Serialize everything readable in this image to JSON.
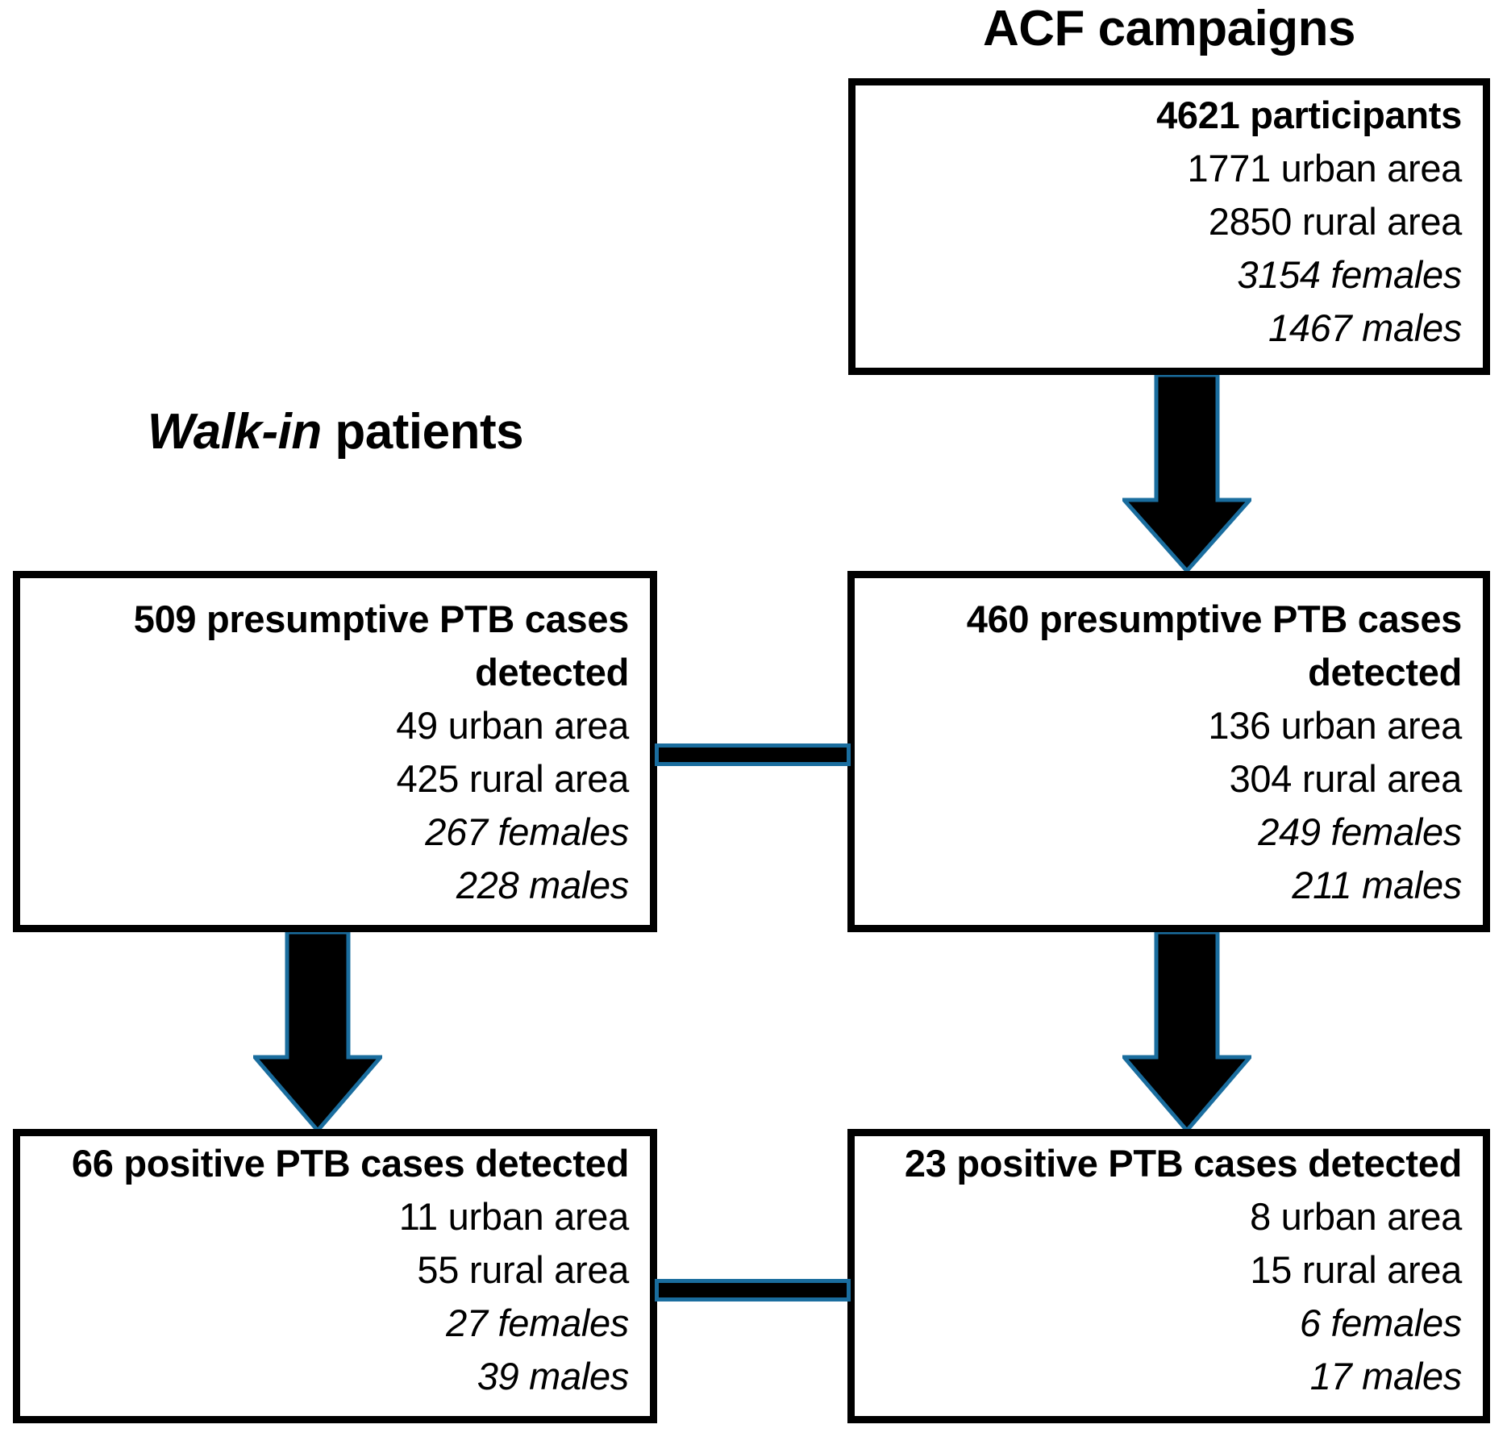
{
  "titles": {
    "acf": "ACF campaigns",
    "walkin_em": "Walk-in",
    "walkin_rest": " patients"
  },
  "colors": {
    "box_border": "#000000",
    "arrow_fill": "#000000",
    "arrow_outline": "#1a6d9e",
    "text": "#000000",
    "background": "#ffffff"
  },
  "boxes": {
    "acf_participants": {
      "header": "4621 participants",
      "urban": "1771 urban area",
      "rural": "2850 rural area",
      "females": "3154 females",
      "males": "1467 males"
    },
    "walkin_presumptive": {
      "header": "509 presumptive PTB cases detected",
      "urban": "49 urban area",
      "rural": "425 rural area",
      "females": "267 females",
      "males": "228 males"
    },
    "acf_presumptive": {
      "header": "460 presumptive PTB cases detected",
      "urban": "136 urban area",
      "rural": "304 rural area",
      "females": "249 females",
      "males": "211 males"
    },
    "walkin_positive": {
      "header": "66 positive PTB cases detected",
      "urban": "11 urban area",
      "rural": "55 rural area",
      "females": "27 females",
      "males": "39 males"
    },
    "acf_positive": {
      "header": "23 positive PTB cases detected",
      "urban": "8 urban area",
      "rural": "15 rural area",
      "females": "6 females",
      "males": "17 males"
    }
  },
  "chart_data": {
    "type": "diagram",
    "diagram_type": "flowchart",
    "title": "PTB case detection flow: ACF campaigns vs Walk-in patients",
    "nodes": [
      {
        "id": "acf_participants",
        "group": "ACF campaigns",
        "label": "4621 participants",
        "total": 4621,
        "urban": 1771,
        "rural": 2850,
        "females": 3154,
        "males": 1467
      },
      {
        "id": "walkin_presumptive",
        "group": "Walk-in patients",
        "label": "509 presumptive PTB cases detected",
        "total": 509,
        "urban": 49,
        "rural": 425,
        "females": 267,
        "males": 228
      },
      {
        "id": "acf_presumptive",
        "group": "ACF campaigns",
        "label": "460 presumptive PTB cases detected",
        "total": 460,
        "urban": 136,
        "rural": 304,
        "females": 249,
        "males": 211
      },
      {
        "id": "walkin_positive",
        "group": "Walk-in patients",
        "label": "66 positive PTB cases detected",
        "total": 66,
        "urban": 11,
        "rural": 55,
        "females": 27,
        "males": 39
      },
      {
        "id": "acf_positive",
        "group": "ACF campaigns",
        "label": "23 positive PTB cases detected",
        "total": 23,
        "urban": 8,
        "rural": 15,
        "females": 6,
        "males": 17
      }
    ],
    "edges": [
      {
        "from": "acf_participants",
        "to": "acf_presumptive",
        "kind": "arrow-down"
      },
      {
        "from": "walkin_presumptive",
        "to": "walkin_positive",
        "kind": "arrow-down"
      },
      {
        "from": "acf_presumptive",
        "to": "acf_positive",
        "kind": "arrow-down"
      },
      {
        "from": "walkin_presumptive",
        "to": "acf_presumptive",
        "kind": "connector-bar"
      },
      {
        "from": "walkin_positive",
        "to": "acf_positive",
        "kind": "connector-bar"
      }
    ]
  }
}
